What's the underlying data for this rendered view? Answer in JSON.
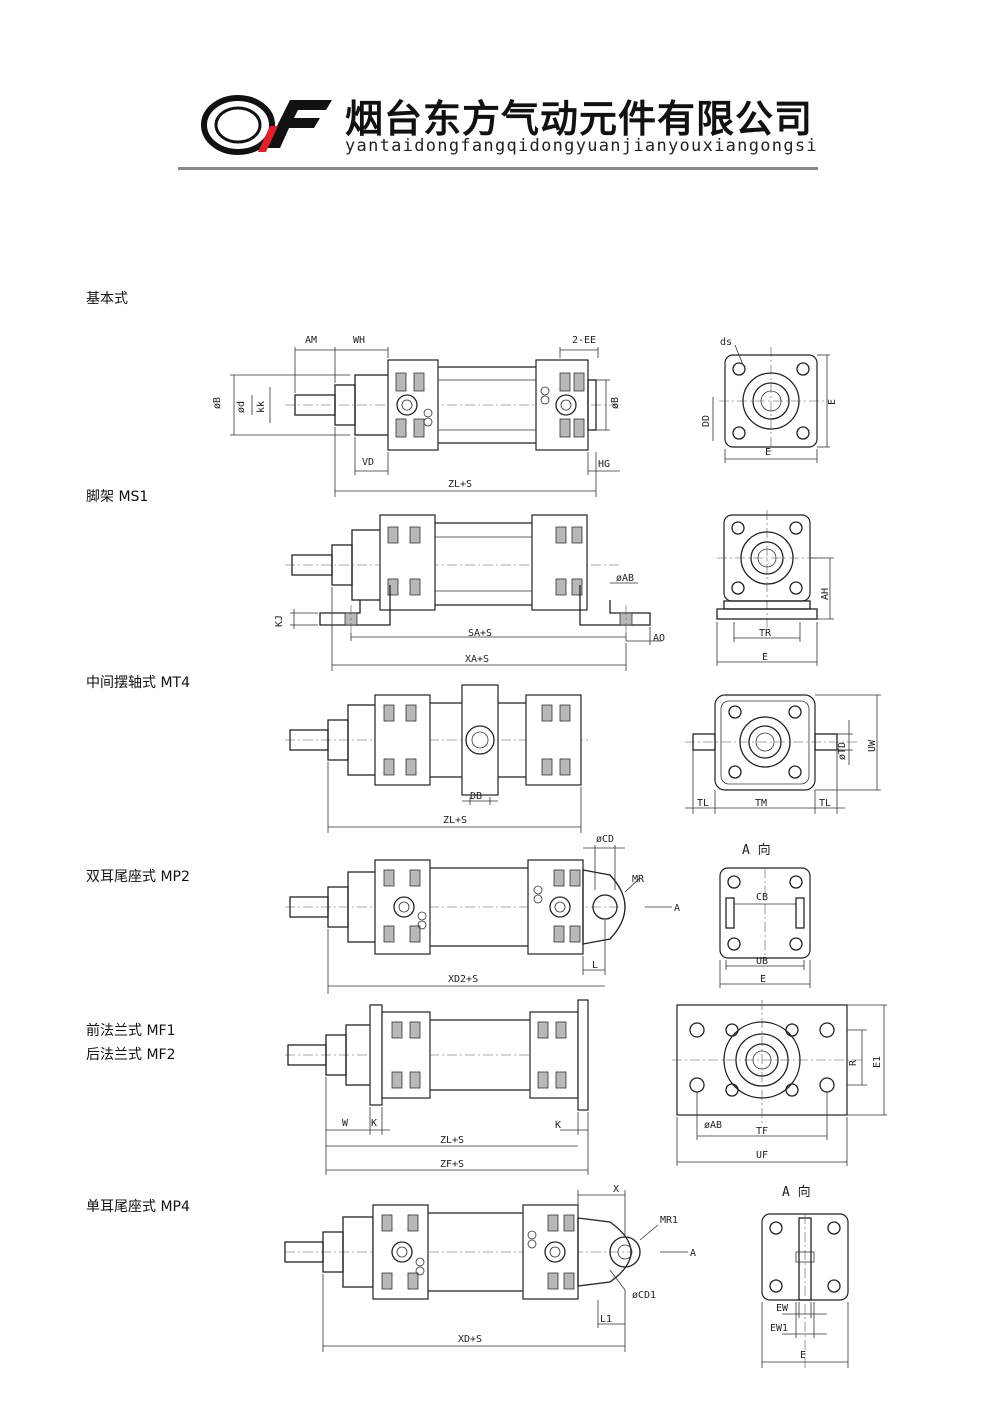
{
  "header": {
    "company_name": "烟台东方气动元件有限公司",
    "company_pinyin": "yantaidongfangqidongyuanjianyouxiangongsi",
    "logo_accent_color": "#e0212b"
  },
  "sections": [
    {
      "label": "基本式",
      "dims": [
        "AM",
        "WH",
        "2-EE",
        "øB",
        "ød",
        "kk",
        "VD",
        "HG",
        "ZL+S",
        "ds",
        "DD",
        "E"
      ]
    },
    {
      "label": "脚架 MS1",
      "dims": [
        "øAB",
        "KJ",
        "SA+S",
        "AO",
        "XA+S",
        "AH",
        "TR",
        "E"
      ]
    },
    {
      "label": "中间摆轴式 MT4",
      "dims": [
        "DB",
        "ZL+S",
        "øTD",
        "UW",
        "TL",
        "TM"
      ]
    },
    {
      "label": "双耳尾座式 MP2",
      "dims": [
        "øCD",
        "MR",
        "A",
        "L",
        "XD2+S",
        "A 向",
        "CB",
        "UB",
        "E"
      ]
    },
    {
      "label": "前法兰式 MF1",
      "label2": "后法兰式 MF2",
      "dims": [
        "W",
        "K",
        "ZL+S",
        "ZF+S",
        "R",
        "E1",
        "øAB",
        "TF",
        "UF"
      ]
    },
    {
      "label": "单耳尾座式 MP4",
      "dims": [
        "X",
        "MR1",
        "A",
        "øCD1",
        "L1",
        "XD+S",
        "A 向",
        "EW",
        "EW1",
        "E"
      ]
    }
  ]
}
